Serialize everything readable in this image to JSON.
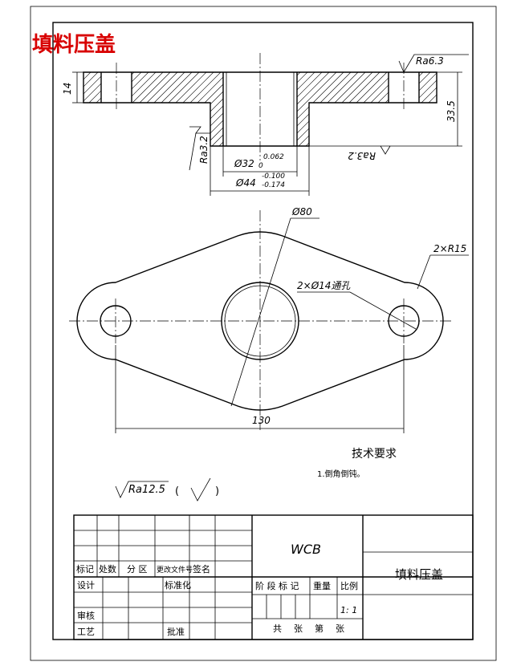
{
  "title": "填料压盖",
  "section_view": {
    "thickness_label": "14",
    "height_label": "33.5",
    "roughness_top": "Ra6.3",
    "roughness_left": "Ra3.2",
    "roughness_right": "Ra3.2",
    "bore_dim": "Ø32",
    "bore_tol_upper": "0.062",
    "bore_tol_lower": "0",
    "boss_dim": "Ø44",
    "boss_tol_upper": "-0.100",
    "boss_tol_lower": "-0.174"
  },
  "plan_view": {
    "pitch_circle": "Ø80",
    "corner_radius": "2×R15",
    "holes": "2×Ø14通孔",
    "length": "130"
  },
  "notes": {
    "heading": "技术要求",
    "item1": "1.倒角倒钝。",
    "general_roughness": "Ra12.5",
    "bracket_open": "(",
    "bracket_close": ")"
  },
  "title_block": {
    "col_mark": "标记",
    "col_count": "处数",
    "col_zone": "分 区",
    "col_doc": "更改文件号",
    "col_sign": "签名",
    "design": "设计",
    "standardize": "标准化",
    "review": "审核",
    "process": "工艺",
    "approve": "批准",
    "material": "WCB",
    "stage_mark": "阶 段 标 记",
    "weight": "重量",
    "scale_label": "比例",
    "scale_value": "1: 1",
    "sheets_total": "共",
    "sheets_unit1": "张",
    "sheet_no": "第",
    "sheets_unit2": "张",
    "part_name": "填料压盖"
  }
}
